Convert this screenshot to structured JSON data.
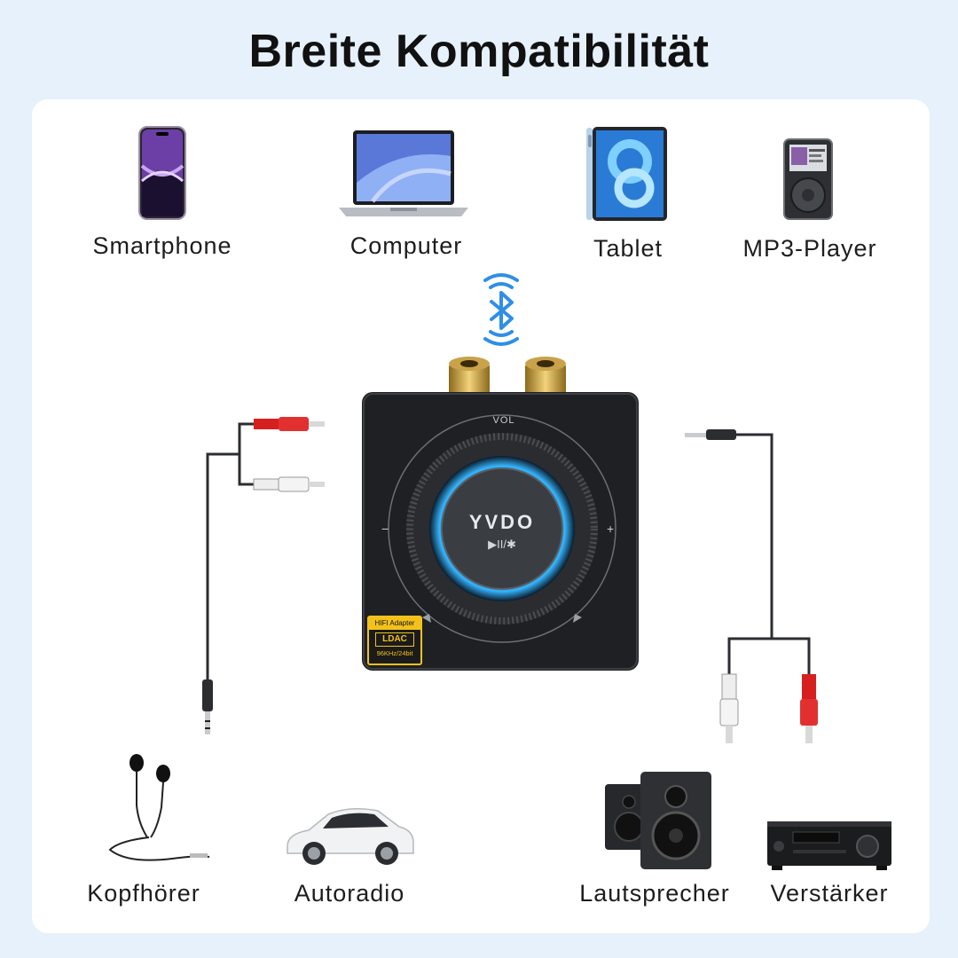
{
  "title": "Breite Kompatibilität",
  "sources": [
    {
      "label": "Smartphone",
      "icon": "smartphone-icon"
    },
    {
      "label": "Computer",
      "icon": "laptop-icon"
    },
    {
      "label": "Tablet",
      "icon": "tablet-icon"
    },
    {
      "label": "MP3-Player",
      "icon": "mp3-player-icon"
    }
  ],
  "outputs": [
    {
      "label": "Kopfhörer",
      "icon": "headphones-icon"
    },
    {
      "label": "Autoradio",
      "icon": "car-icon"
    },
    {
      "label": "Lautsprecher",
      "icon": "speakers-icon"
    },
    {
      "label": "Verstärker",
      "icon": "amplifier-icon"
    }
  ],
  "device": {
    "vol_label": "VOL",
    "minus": "−",
    "plus": "+",
    "brand": "YVDO",
    "controls": "▶II/✱",
    "badge_top": "HIFI Adapter",
    "badge_mid": "LDAC",
    "badge_bottom": "96KHz/24bit"
  },
  "colors": {
    "background": "#e6f1fb",
    "bluetooth": "#2f8fe6",
    "ring_glow": "#35b6ff",
    "badge": "#f2c21b",
    "rca_red": "#d62020"
  }
}
